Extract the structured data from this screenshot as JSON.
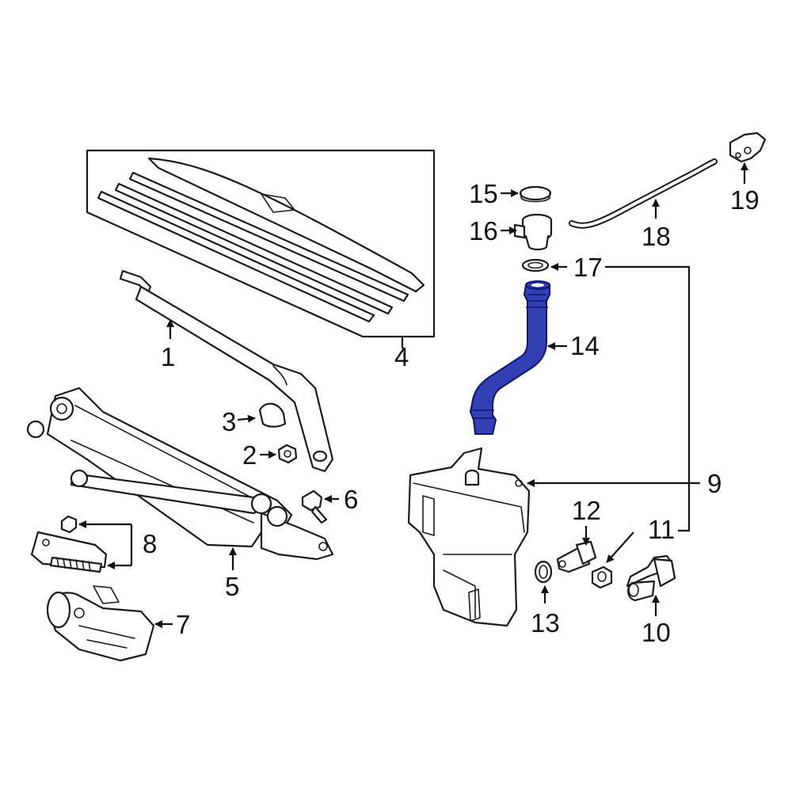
{
  "callouts": {
    "c1": "1",
    "c2": "2",
    "c3": "3",
    "c4": "4",
    "c5": "5",
    "c6": "6",
    "c7": "7",
    "c8": "8",
    "c9": "9",
    "c10": "10",
    "c11": "11",
    "c12": "12",
    "c13": "13",
    "c14": "14",
    "c15": "15",
    "c16": "16",
    "c17": "17",
    "c18": "18",
    "c19": "19"
  },
  "colors": {
    "line": "#1a1a1a",
    "highlight_fill": "#3340b4",
    "highlight_stroke": "#0c1470",
    "background": "#ffffff"
  },
  "highlighted_part": "14"
}
